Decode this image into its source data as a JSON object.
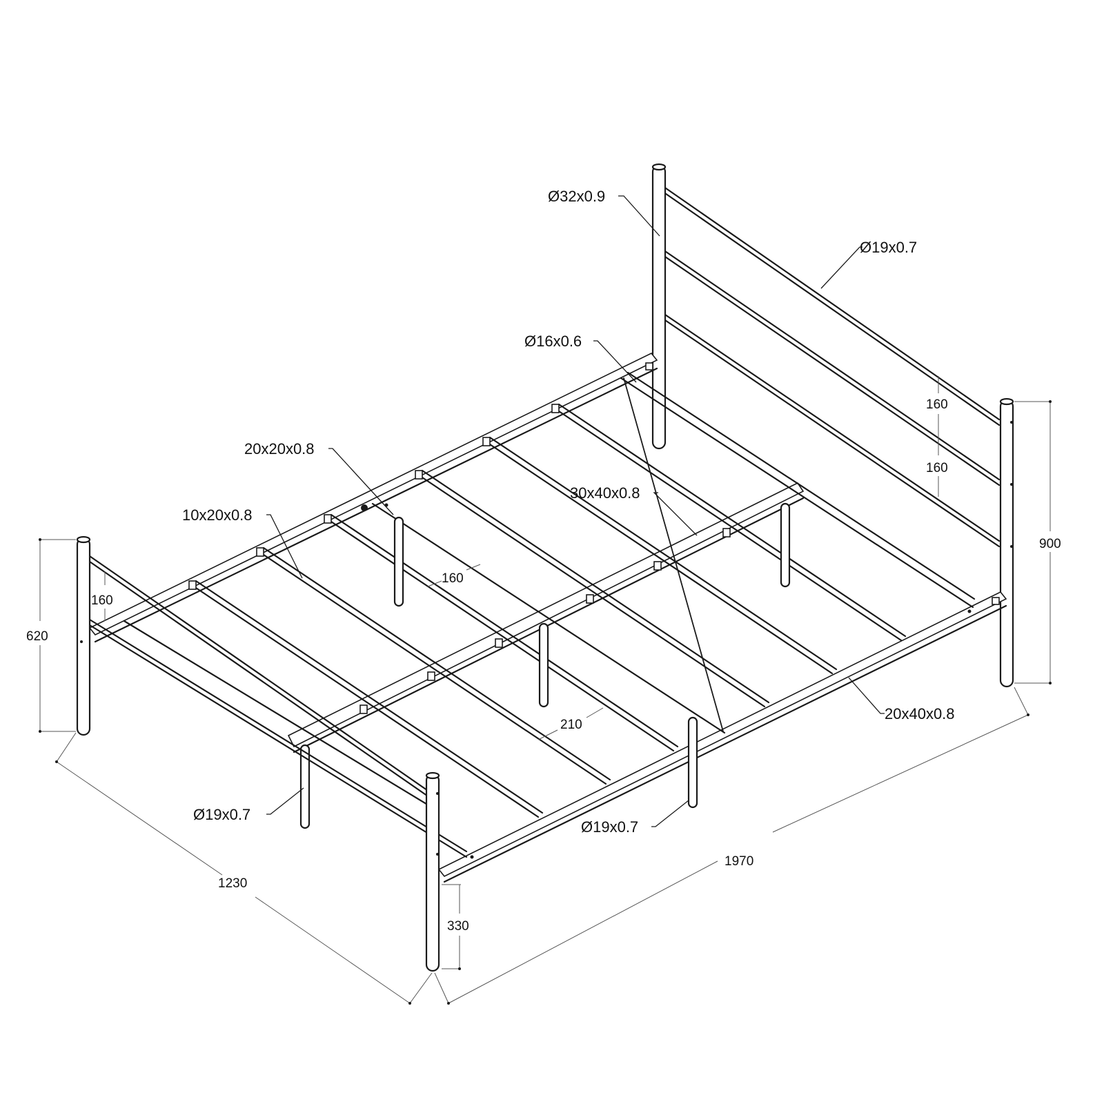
{
  "labels": {
    "headboard_post": "Ø32x0.9",
    "headboard_rail": "Ø19x0.7",
    "center_rail": "Ø16x0.6",
    "center_beam": "20x20x0.8",
    "slat": "10x20x0.8",
    "cross_beam": "30x40x0.8",
    "side_rail": "20x40x0.8",
    "foot_leg": "Ø19x0.7",
    "mid_leg": "Ø19x0.7"
  },
  "dimensions": {
    "headboard_spacing_upper": "160",
    "headboard_spacing_lower": "160",
    "headboard_height": "900",
    "footboard_height": "620",
    "footboard_spacing": "160",
    "slat_spacing": "160",
    "slat_gap": "210",
    "length": "1970",
    "width": "1230",
    "clearance": "330"
  }
}
